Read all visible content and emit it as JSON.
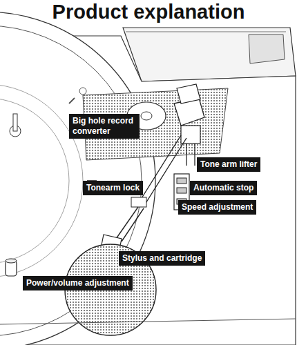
{
  "diagram": {
    "title": "Product explanation",
    "nodes": [
      {
        "text": [
          "Big hole record converter"
        ]
      },
      {
        "text": [
          "Tone arm lifter"
        ]
      },
      {
        "text": [
          "Tonearm lock"
        ]
      },
      {
        "text": [
          "Automatic stop"
        ]
      },
      {
        "text": [
          "Speed adjustment"
        ]
      },
      {
        "text": [
          "Stylus and cartridge"
        ]
      },
      {
        "text": [
          "Power/volume adjustment"
        ]
      }
    ]
  }
}
